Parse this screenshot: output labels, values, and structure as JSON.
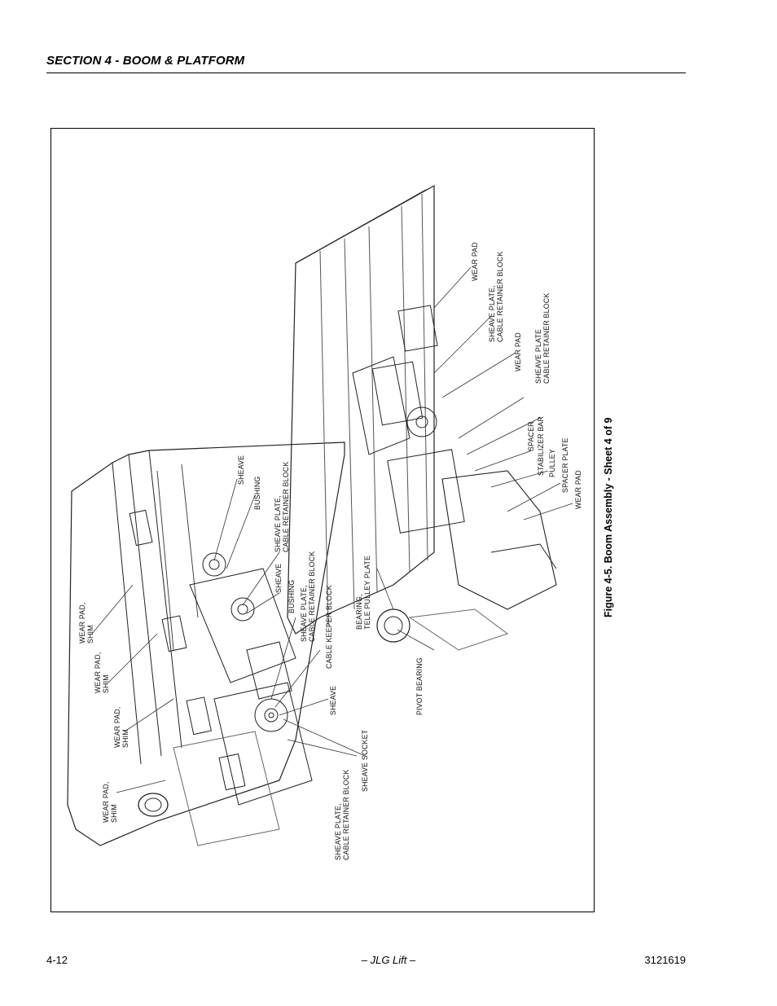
{
  "header": {
    "section_title": "SECTION 4 - BOOM & PLATFORM"
  },
  "figure": {
    "caption": "Figure 4-5.  Boom Assembly - Sheet 4 of 9",
    "callouts": {
      "wear_pad_shim_1": "WEAR PAD,\nSHIM",
      "wear_pad_shim_2": "WEAR PAD,\nSHIM",
      "wear_pad_shim_3": "WEAR PAD,\nSHIM",
      "wear_pad_shim_4": "WEAR PAD,\nSHIM",
      "sheave_1": "SHEAVE",
      "bushing_1": "BUSHING",
      "sheave_plate_block_1": "SHEAVE PLATE,\nCABLE RETAINER BLOCK",
      "sheave_2": "SHEAVE",
      "bushing_2": "BUSHING",
      "sheave_plate_block_2": "SHEAVE PLATE,\nCABLE RETAINER BLOCK",
      "cable_keeper_block": "CABLE KEEPER BLOCK",
      "sheave_3": "SHEAVE",
      "sheave_socket": "SHEAVE SOCKET",
      "sheave_plate_block_3": "SHEAVE PLATE,\nCABLE RETAINER BLOCK",
      "bearing_tele_pulley_plate": "BEARING,\nTELE PULLEY PLATE",
      "pivot_bearing": "PIVOT BEARING",
      "wear_pad_1": "WEAR PAD",
      "sheave_plate_block_4": "SHEAVE PLATE,\nCABLE RETAINER BLOCK",
      "wear_pad_2": "WEAR PAD",
      "sheave_plate_block_5": "SHEAVE PLATE\nCABLE RETAINER BLOCK",
      "spacer": "SPACER",
      "stabilizer_bar": "STABILIZER BAR",
      "pulley": "PULLEY",
      "spacer_plate": "SPACER PLATE",
      "wear_pad_3": "WEAR PAD"
    }
  },
  "footer": {
    "page_number": "4-12",
    "publisher": "– JLG Lift –",
    "document_number": "3121619"
  }
}
